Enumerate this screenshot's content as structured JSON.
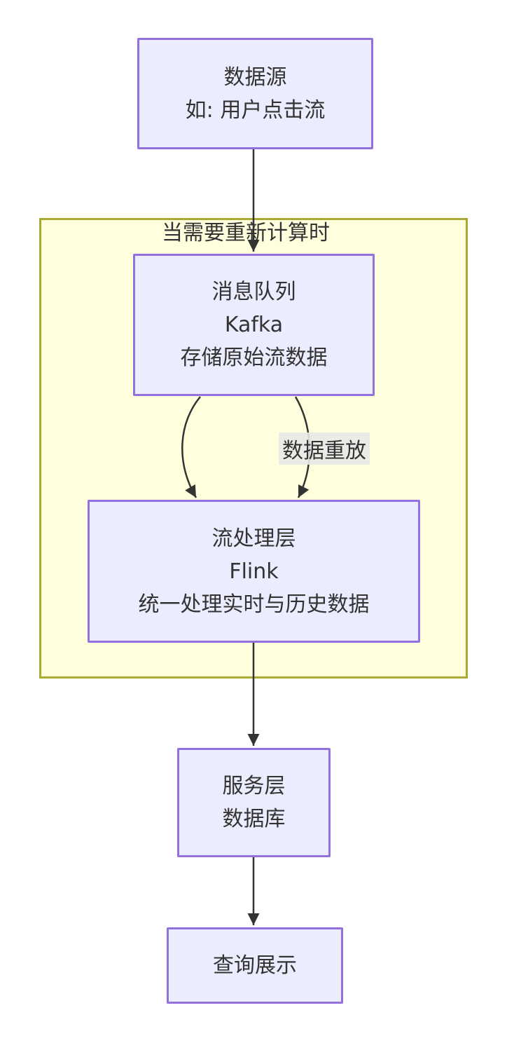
{
  "diagram": {
    "type": "flowchart",
    "direction": "top-down"
  },
  "subgraph": {
    "title": "当需要重新计算时"
  },
  "nodes": {
    "source": {
      "lines": [
        "数据源",
        "如: 用户点击流"
      ]
    },
    "kafka": {
      "lines": [
        "消息队列",
        "Kafka",
        "存储原始流数据"
      ]
    },
    "flink": {
      "lines": [
        "流处理层",
        "Flink",
        "统一处理实时与历史数据"
      ]
    },
    "serving": {
      "lines": [
        "服务层",
        "数据库"
      ]
    },
    "query": {
      "lines": [
        "查询展示"
      ]
    }
  },
  "edges": {
    "replay_label": "数据重放"
  },
  "colors": {
    "canvas_bg": "#ffffff",
    "node_fill": "#ECECFF",
    "node_border": "#9370DB",
    "subgraph_fill": "#ffffde",
    "subgraph_border": "#aaaa33",
    "edge": "#333333",
    "text": "#333333",
    "label_bg": "rgba(232,232,232,0.9)"
  }
}
